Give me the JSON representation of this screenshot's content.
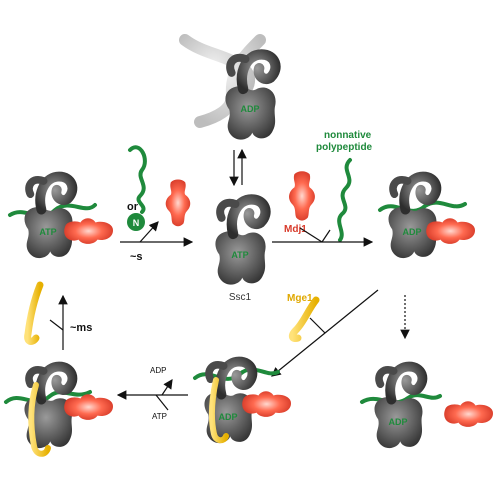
{
  "labels": {
    "ssc1": "Ssc1",
    "atp": "ATP",
    "adp": "ADP",
    "nonnative_line1": "nonnative",
    "nonnative_line2": "polypeptide",
    "mdj1": "Mdj1",
    "mge1": "Mge1",
    "or": "or",
    "n": "N",
    "tilde_s": "~s",
    "tilde_ms": "~ms",
    "adp_out": "ADP",
    "atp_in": "ATP"
  },
  "colors": {
    "chaperone": "#5a5a5a",
    "chaperone_dark": "#2f2f2f",
    "chaperone_light": "#c8c8c8",
    "substrate": "#1f8a3c",
    "cochaperone_red": "#e8503a",
    "nucleotide_exchange": "#f2c230",
    "label_green": "#1f8a3c",
    "label_red": "#d83a2a",
    "label_gold": "#e0a800"
  }
}
